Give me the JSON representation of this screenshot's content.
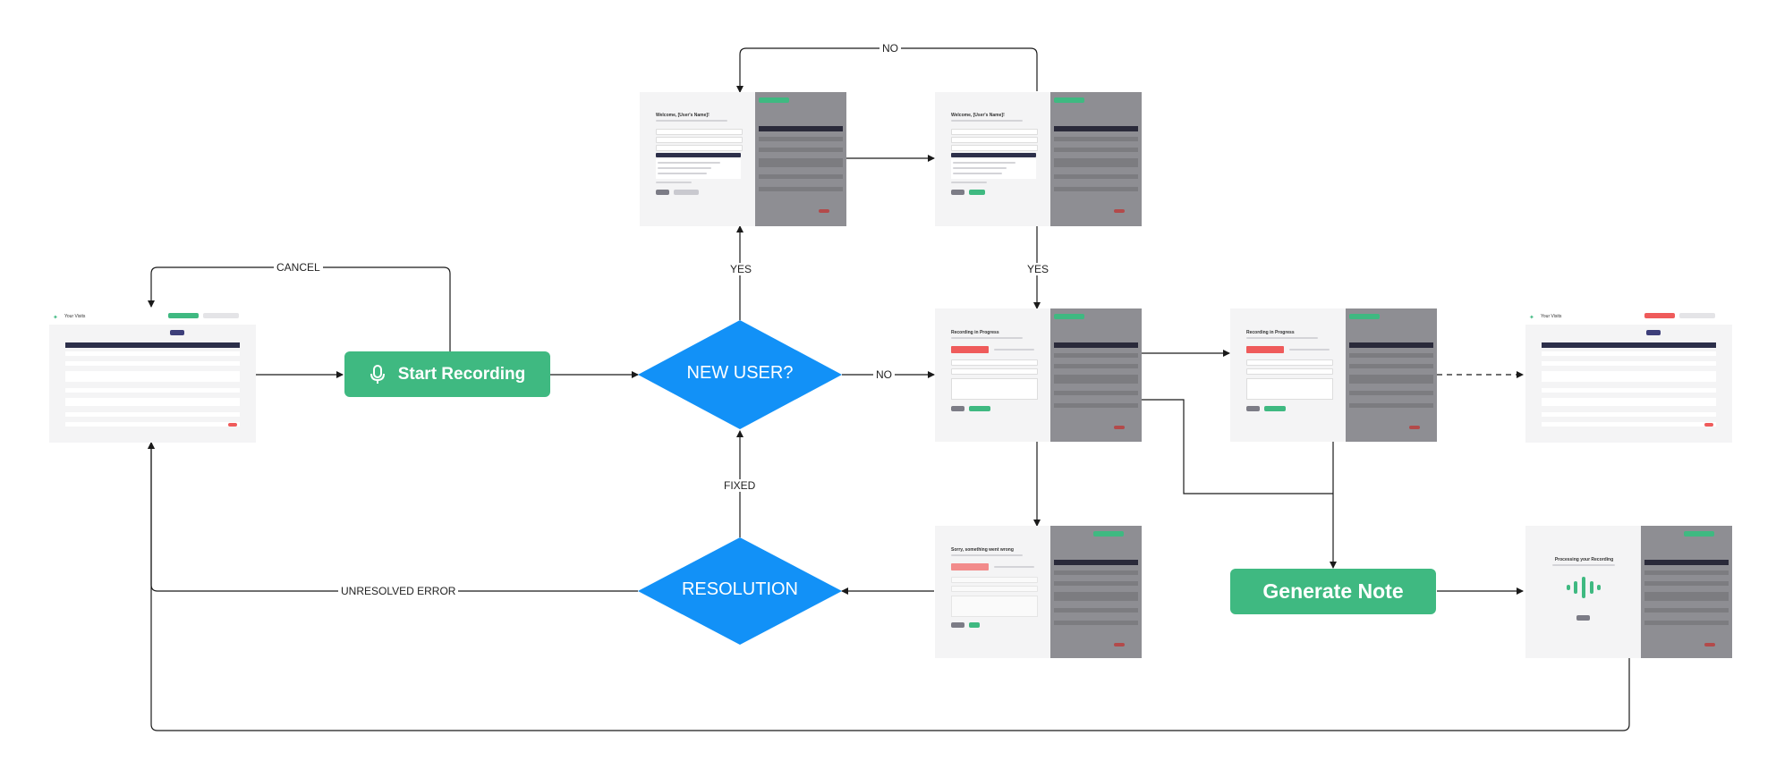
{
  "nodes": {
    "start_recording": {
      "label": "Start Recording",
      "icon": "microphone-icon"
    },
    "new_user": {
      "label": "NEW USER?"
    },
    "resolution": {
      "label": "RESOLUTION"
    },
    "generate_note": {
      "label": "Generate Note"
    }
  },
  "edge_labels": {
    "cancel": "CANCEL",
    "no_top": "NO",
    "yes_left": "YES",
    "yes_right": "YES",
    "no_mid": "NO",
    "fixed": "FIXED",
    "unresolved": "UNRESOLVED ERROR"
  },
  "screens": {
    "visits_list": {
      "title": "Your Visits"
    },
    "visits_list_end": {
      "title": "Your Visits"
    },
    "welcome_a": {
      "title": "Welcome, [User's Name]!"
    },
    "welcome_b": {
      "title": "Welcome, [User's Name]!"
    },
    "recording_a": {
      "title": "Recording in Progress"
    },
    "recording_b": {
      "title": "Recording in Progress"
    },
    "error": {
      "title": "Sorry, something went wrong"
    },
    "processing": {
      "title": "Processing your Recording"
    }
  },
  "colors": {
    "node_green": "#3fb981",
    "decision_blue": "#1291f7",
    "arrow": "#1a1a1a",
    "modal_bg": "#f4f4f5",
    "overlay": "#8e8e93"
  }
}
